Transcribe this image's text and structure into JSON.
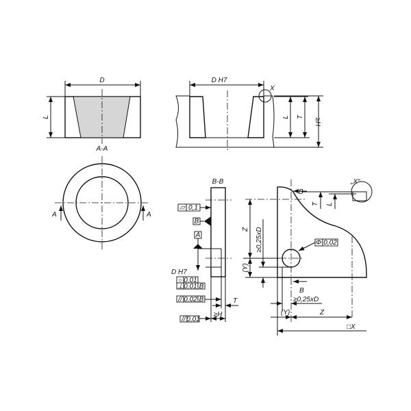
{
  "view_aa": {
    "dim_d": "D",
    "dim_l": "L",
    "section_label": "A-A"
  },
  "view_installed": {
    "dim_dh7": "D H7",
    "detail_marker": "X",
    "dim_l": "L",
    "dim_t": "T",
    "dim_h": "≥H"
  },
  "view_top": {
    "section_mark_left": "A",
    "section_mark_right": "A"
  },
  "view_bb": {
    "title": "B-B",
    "flatness": {
      "symbol": "▱",
      "value": "0,1"
    },
    "datum_b": "B",
    "datum_a": "A",
    "bore_label": "D H7",
    "roundness": {
      "symbol": "○",
      "value": "0,01"
    },
    "perpendicularity": {
      "symbol": "⊥",
      "value": "0,01",
      "datum": "B"
    },
    "parallelism": {
      "symbol": "//",
      "value": "0,02",
      "datum": "B"
    },
    "dim_t": "T",
    "dim_h": "≥H",
    "parallelism2": {
      "symbol": "//",
      "value": "0,01"
    }
  },
  "view_plate": {
    "section_b_top": "B",
    "detail_title": "„X“",
    "dim_t": "T",
    "dim_l": "L",
    "dim_z_vertical": "Z",
    "dim_min_vertical": "≥0,25xD",
    "dim_y_vertical": "(Y)",
    "position": {
      "symbol": "Φ",
      "value": "0,02"
    },
    "section_b_bottom": "B",
    "dim_min_horizontal": "≥0,25xD",
    "dim_y_horizontal": "(Y)",
    "dim_z_horizontal": "Z",
    "dim_x": "□X"
  }
}
